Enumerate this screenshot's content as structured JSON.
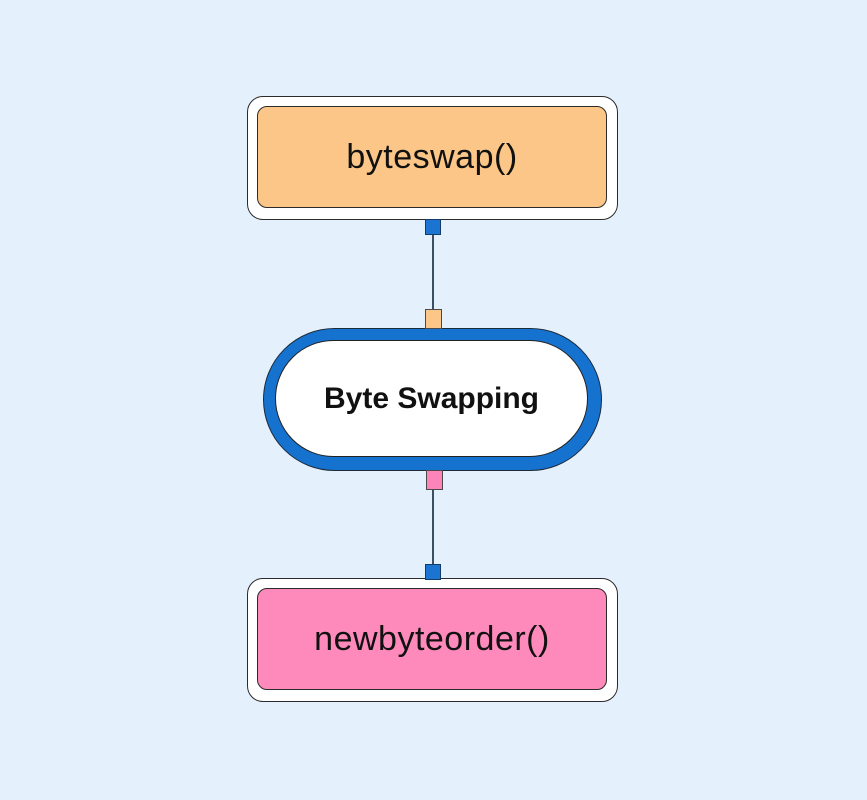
{
  "diagram": {
    "background": "#e4f1fc",
    "edge_color": "#3c4f63",
    "nodes": {
      "byteswap": {
        "label": "byteswap()",
        "fill": "#fbc687",
        "frame_fill": "#ffffff",
        "port_bottom_color": "#1b74d2"
      },
      "byte_swapping": {
        "label": "Byte Swapping",
        "fill": "#ffffff",
        "ring_color": "#1672cf",
        "port_top_color": "#fbc687",
        "port_bottom_color": "#fd84b8"
      },
      "newbyteorder": {
        "label": "newbyteorder()",
        "fill": "#fd8abb",
        "frame_fill": "#ffffff",
        "port_top_color": "#1b74d2"
      }
    }
  }
}
